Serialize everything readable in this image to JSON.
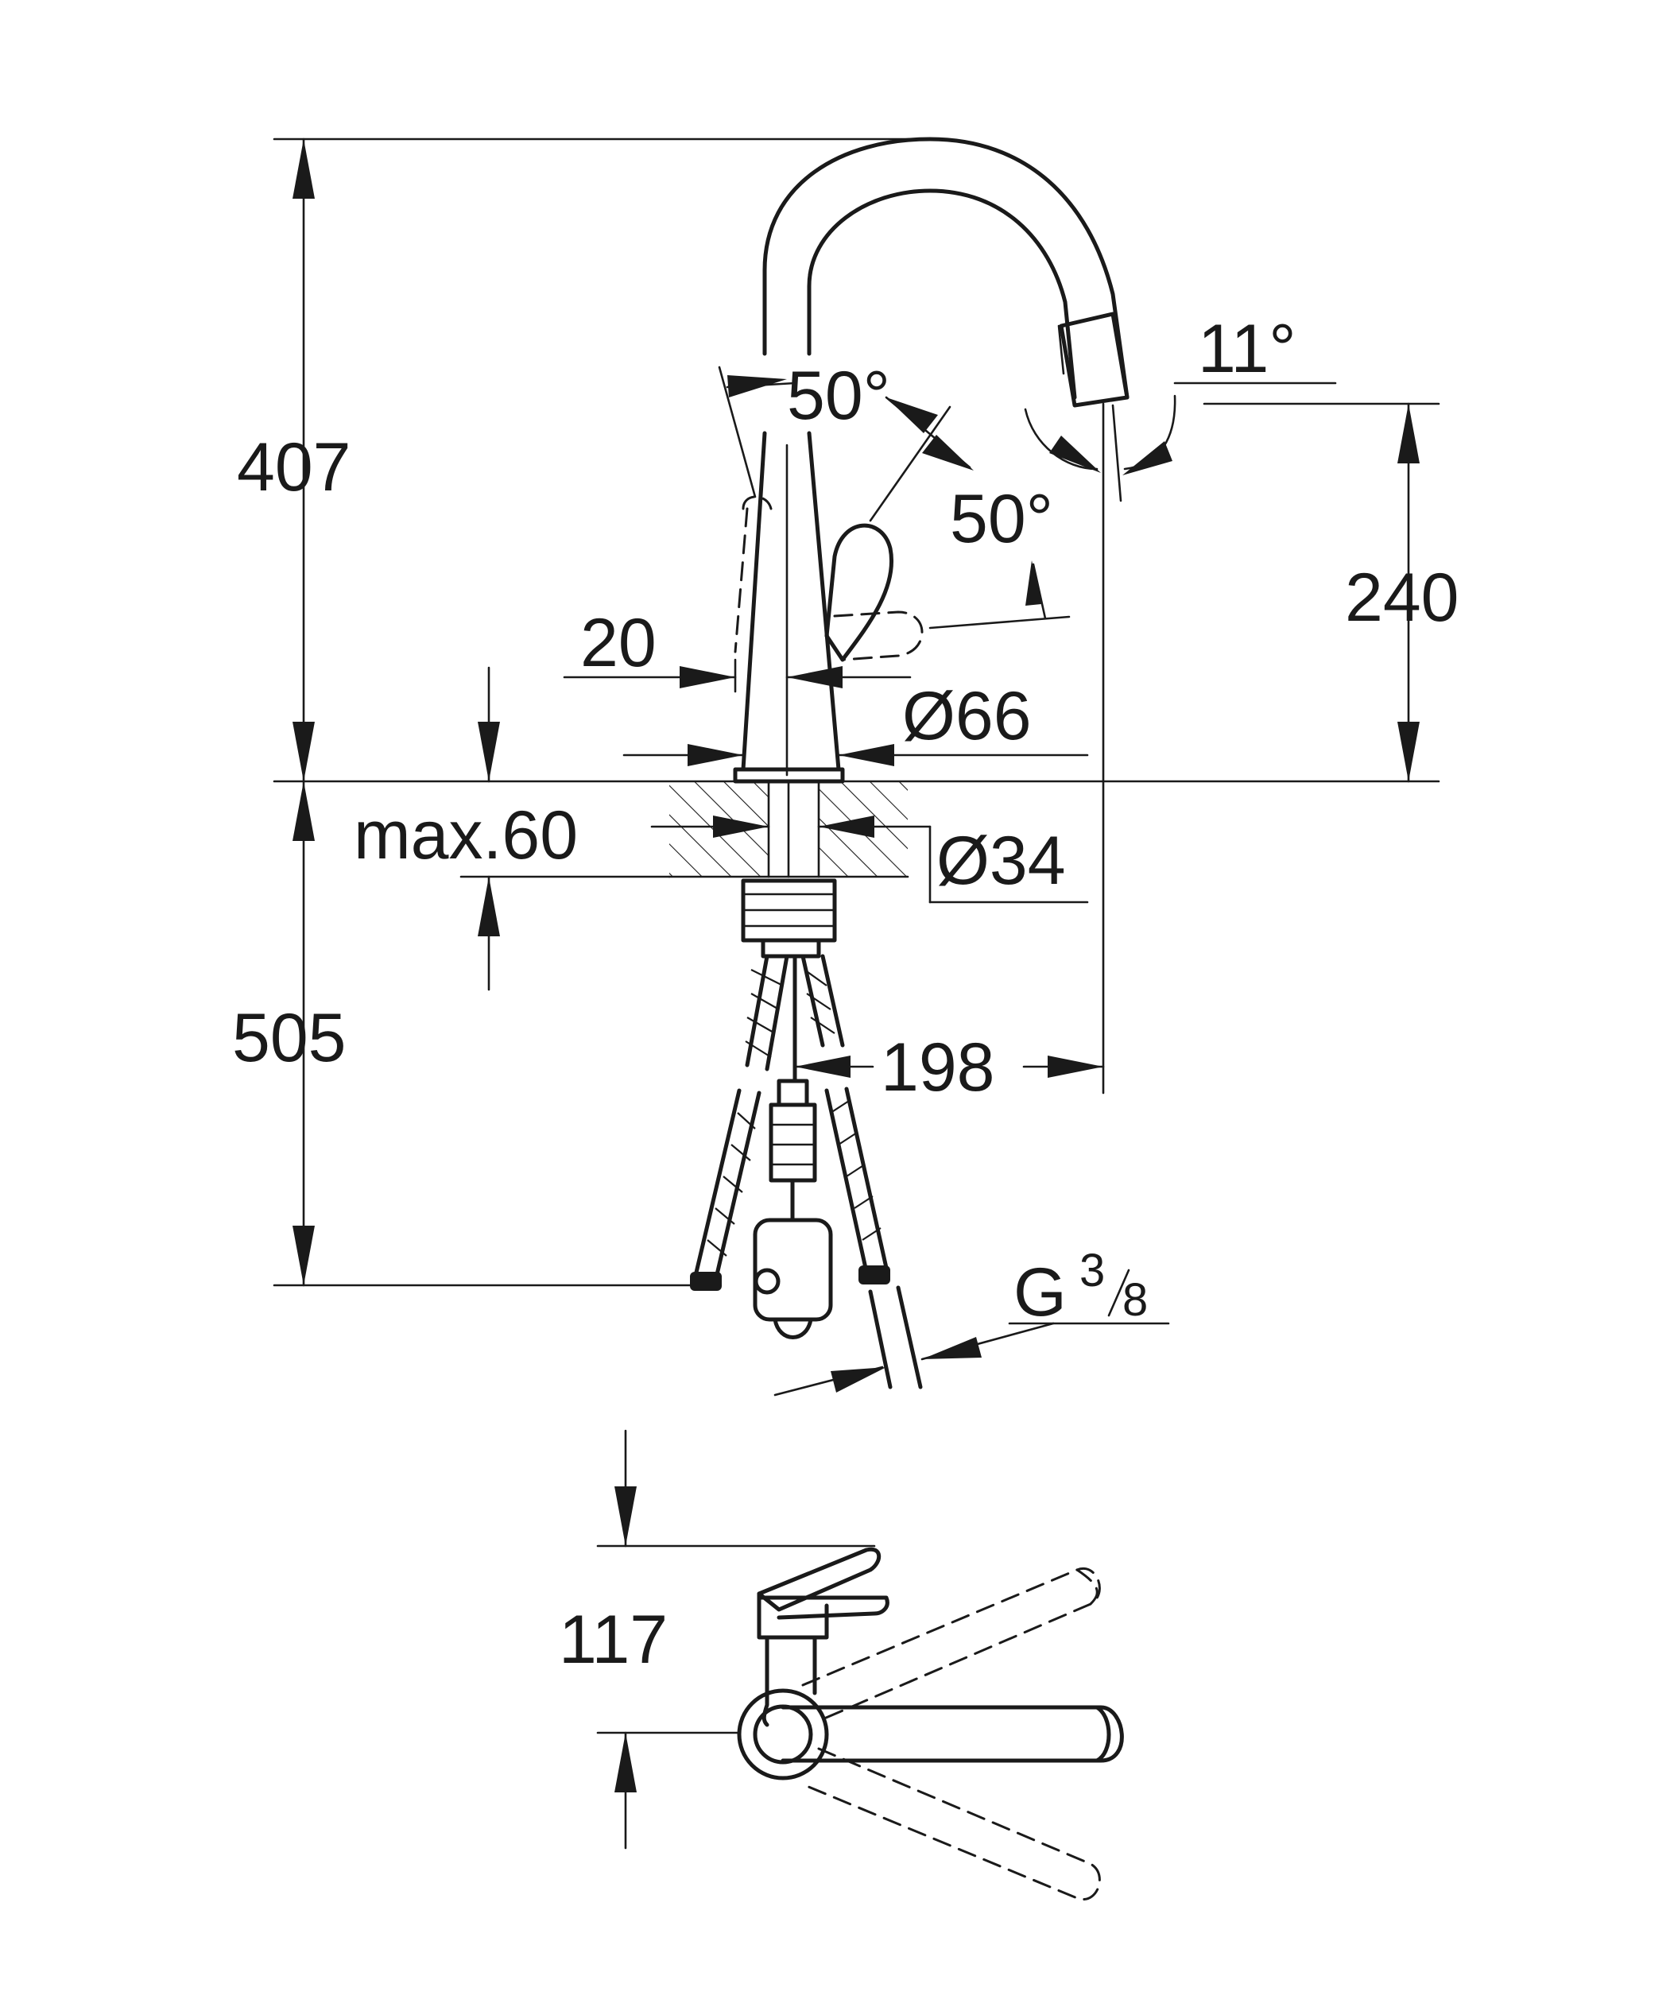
{
  "labels": {
    "height_total": "407",
    "spout_height": "240",
    "below_deck": "505",
    "reach": "198",
    "angle_spray_left": "50°",
    "angle_spray_right": "50°",
    "angle_spout": "11°",
    "offset": "20",
    "base_diameter": "Ø66",
    "hole_diameter": "Ø34",
    "deck_thickness": "max.60",
    "thread_letter": "G",
    "thread_num": "3",
    "thread_den": "8",
    "lever_height": "117"
  }
}
